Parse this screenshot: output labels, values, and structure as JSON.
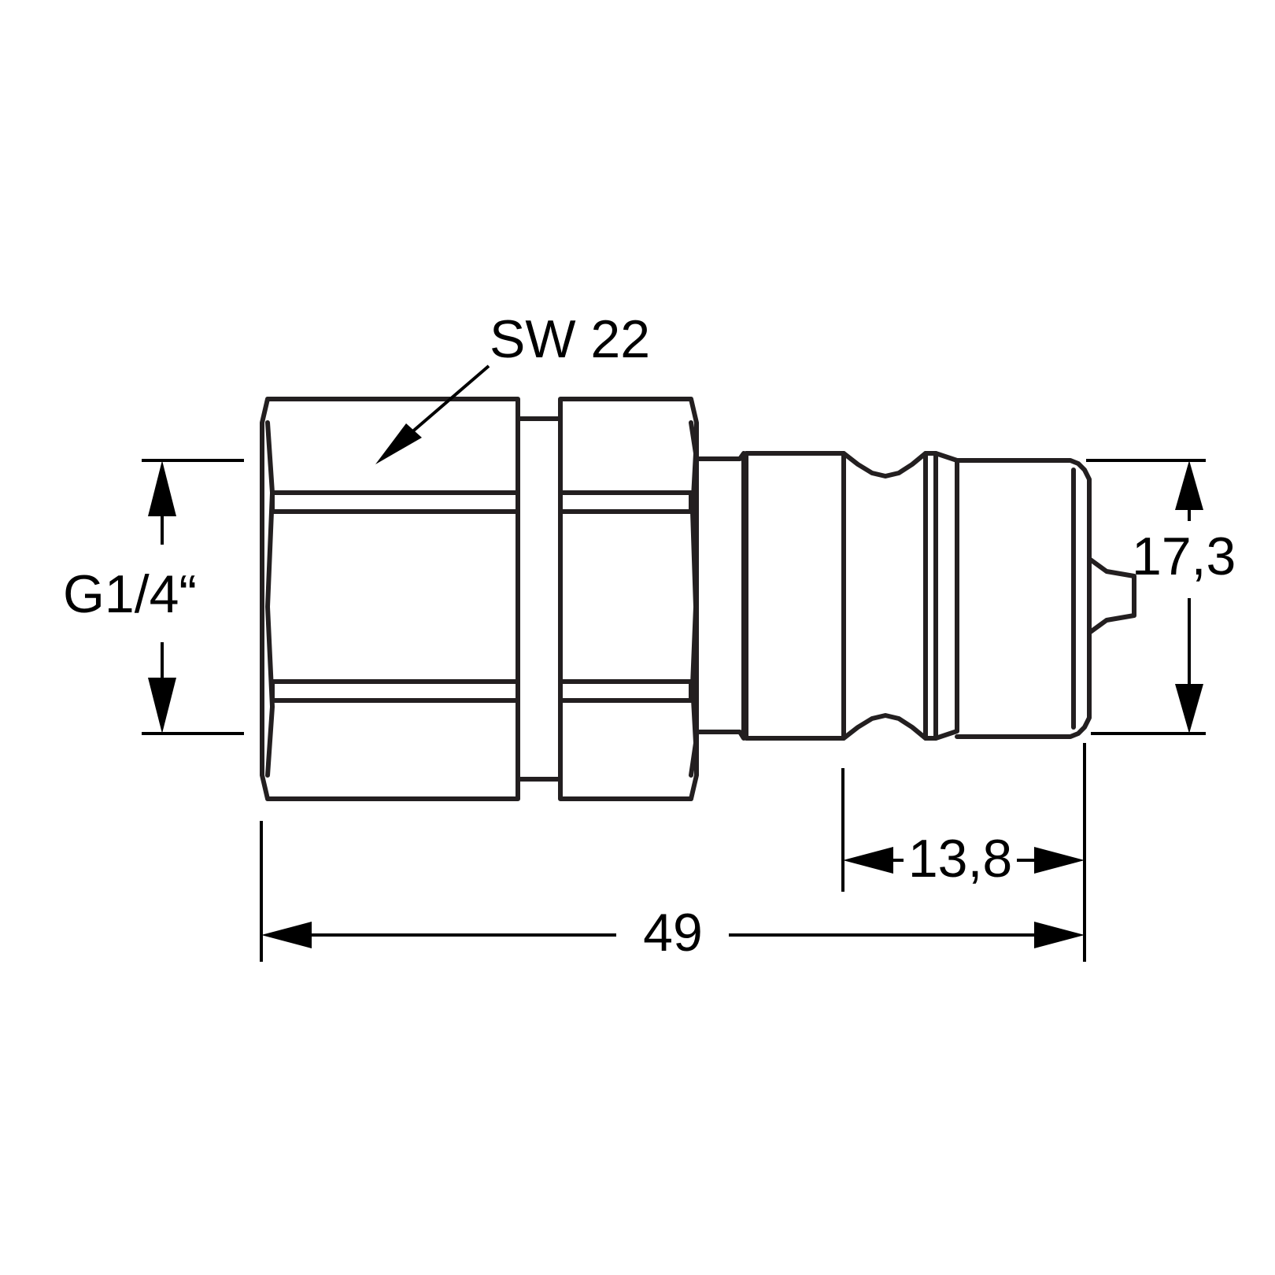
{
  "drawing": {
    "type": "technical-dimension-drawing",
    "colors": {
      "outline": "#231f20",
      "dimension_lines": "#000000",
      "background": "#ffffff"
    },
    "labels": {
      "wrench_size": "SW 22",
      "thread": "G1/4“",
      "tip_diameter": "17,3",
      "nose_length": "13,8",
      "overall_length": "49"
    }
  }
}
